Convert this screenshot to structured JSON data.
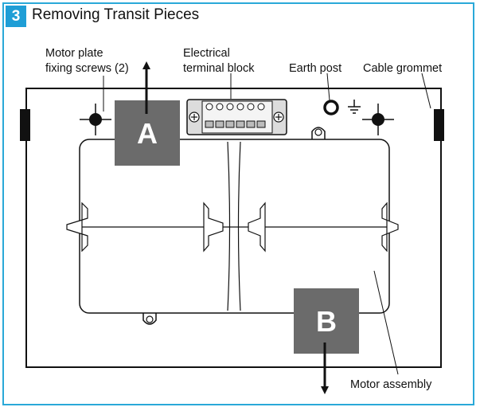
{
  "header": {
    "step_number": "3",
    "title": "Removing Transit Pieces"
  },
  "labels": {
    "motor_plate_screws": [
      "Motor plate",
      "fixing screws (2)"
    ],
    "terminal_block": [
      "Electrical",
      "terminal block"
    ],
    "earth_post": "Earth post",
    "cable_grommet": "Cable grommet",
    "motor_assembly": "Motor assembly"
  },
  "markers": {
    "a": "A",
    "b": "B"
  },
  "colors": {
    "accent": "#1f9ed6",
    "marker_fill": "#6b6b6b",
    "line": "#111111"
  }
}
